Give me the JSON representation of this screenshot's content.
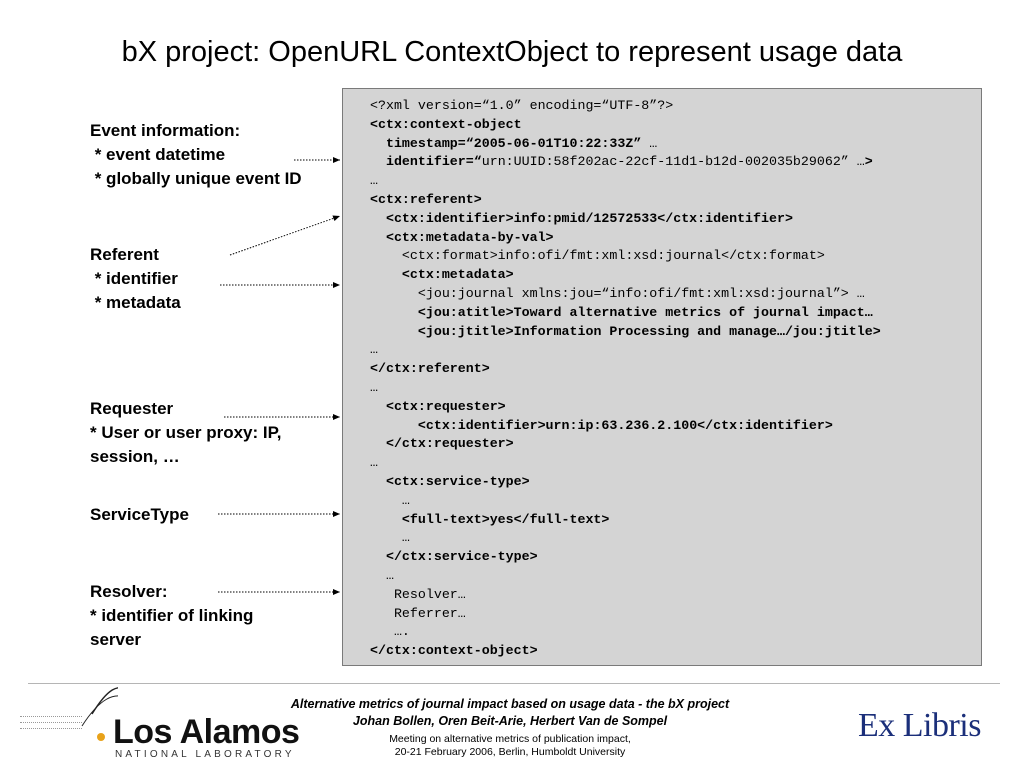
{
  "title": "bX project: OpenURL ContextObject to represent usage data",
  "code_lines": [
    {
      "indent": "",
      "segments": [
        {
          "t": "<?xml version=“1.0” encoding=“UTF-8”?>",
          "b": false
        }
      ]
    },
    {
      "indent": "",
      "segments": [
        {
          "t": "<ctx:context-object",
          "b": true
        }
      ]
    },
    {
      "indent": "  ",
      "segments": [
        {
          "t": "timestamp=“2005-06-01T10:22:33Z”",
          "b": true
        },
        {
          "t": " …",
          "b": false
        }
      ]
    },
    {
      "indent": "  ",
      "segments": [
        {
          "t": "identifier=“",
          "b": true
        },
        {
          "t": "urn:UUID:58f202ac-22cf-11d1-b12d-002035b29062” …",
          "b": false
        },
        {
          "t": ">",
          "b": true
        }
      ]
    },
    {
      "indent": "",
      "segments": [
        {
          "t": "…",
          "b": false
        }
      ]
    },
    {
      "indent": "",
      "segments": [
        {
          "t": "<ctx:referent>",
          "b": true
        }
      ]
    },
    {
      "indent": "  ",
      "segments": [
        {
          "t": "<ctx:identifier>info:pmid/12572533</ctx:identifier>",
          "b": true
        }
      ]
    },
    {
      "indent": "  ",
      "segments": [
        {
          "t": "<ctx:metadata-by-val>",
          "b": true
        }
      ]
    },
    {
      "indent": "    ",
      "segments": [
        {
          "t": "<ctx:format>info:ofi/fmt:xml:xsd:journal</ctx:format>",
          "b": false
        }
      ]
    },
    {
      "indent": "    ",
      "segments": [
        {
          "t": "<ctx:metadata>",
          "b": true
        }
      ]
    },
    {
      "indent": "      ",
      "segments": [
        {
          "t": "<jou:journal xmlns:jou=“info:ofi/fmt:xml:xsd:journal”> …",
          "b": false
        }
      ]
    },
    {
      "indent": "      ",
      "segments": [
        {
          "t": "<jou:atitle>Toward alternative metrics of journal impact…",
          "b": true
        }
      ]
    },
    {
      "indent": "      ",
      "segments": [
        {
          "t": "<jou:jtitle>Information Processing and manage…/jou:jtitle>",
          "b": true
        }
      ]
    },
    {
      "indent": "",
      "segments": [
        {
          "t": "…",
          "b": false
        }
      ]
    },
    {
      "indent": "",
      "segments": [
        {
          "t": "</ctx:referent>",
          "b": true
        }
      ]
    },
    {
      "indent": "",
      "segments": [
        {
          "t": "…",
          "b": false
        }
      ]
    },
    {
      "indent": "  ",
      "segments": [
        {
          "t": "<ctx:requester>",
          "b": true
        }
      ]
    },
    {
      "indent": "      ",
      "segments": [
        {
          "t": "<ctx:identifier>urn:ip:63.236.2.100</ctx:identifier>",
          "b": true
        }
      ]
    },
    {
      "indent": "  ",
      "segments": [
        {
          "t": "</ctx:requester>",
          "b": true
        }
      ]
    },
    {
      "indent": "",
      "segments": [
        {
          "t": "…",
          "b": false
        }
      ]
    },
    {
      "indent": "  ",
      "segments": [
        {
          "t": "<ctx:service-type>",
          "b": true
        }
      ]
    },
    {
      "indent": "    ",
      "segments": [
        {
          "t": "…",
          "b": false
        }
      ]
    },
    {
      "indent": "    ",
      "segments": [
        {
          "t": "<full-text>yes</full-text>",
          "b": true
        }
      ]
    },
    {
      "indent": "    ",
      "segments": [
        {
          "t": "…",
          "b": false
        }
      ]
    },
    {
      "indent": "  ",
      "segments": [
        {
          "t": "</ctx:service-type>",
          "b": true
        }
      ]
    },
    {
      "indent": "  ",
      "segments": [
        {
          "t": "…",
          "b": false
        }
      ]
    },
    {
      "indent": "   ",
      "segments": [
        {
          "t": "Resolver…",
          "b": false
        }
      ]
    },
    {
      "indent": "   ",
      "segments": [
        {
          "t": "Referrer…",
          "b": false
        }
      ]
    },
    {
      "indent": "   ",
      "segments": [
        {
          "t": "….",
          "b": false
        }
      ]
    },
    {
      "indent": "",
      "segments": [
        {
          "t": "</ctx:context-object>",
          "b": true
        }
      ]
    }
  ],
  "labels": [
    {
      "id": "event",
      "lines": [
        "Event information:",
        " * event datetime",
        " * globally unique event ID"
      ]
    },
    {
      "id": "referent",
      "lines": [
        "Referent",
        " * identifier",
        " * metadata"
      ]
    },
    {
      "id": "requester",
      "lines": [
        "Requester",
        "* User or user proxy: IP,",
        "session, …"
      ]
    },
    {
      "id": "servicetype",
      "lines": [
        "ServiceType"
      ]
    },
    {
      "id": "resolver",
      "lines": [
        "Resolver:",
        "* identifier of linking",
        "server"
      ]
    }
  ],
  "footer": {
    "title_line1": "Alternative metrics of journal impact based on usage data - the bX project",
    "title_line2": "Johan Bollen, Oren Beit-Arie, Herbert Van de Sompel",
    "meeting_line1": "Meeting on alternative metrics of publication impact,",
    "meeting_line2": "20-21 February 2006, Berlin, Humboldt University"
  },
  "logos": {
    "los_alamos_name": "Los Alamos",
    "los_alamos_sub": "NATIONAL LABORATORY",
    "ex_libris": "Ex Libris",
    "colors": {
      "los_alamos_dot": "#e8a21a",
      "ex_libris": "#1b2f7a"
    }
  }
}
